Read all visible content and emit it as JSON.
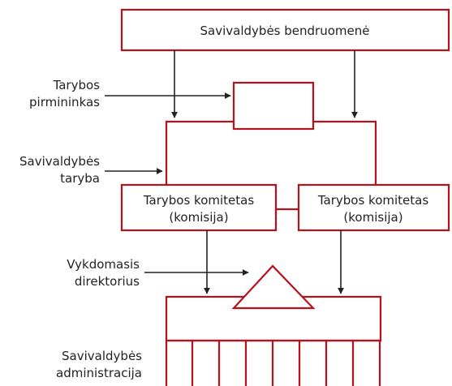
{
  "colors": {
    "frame": "#b5121b",
    "arrow": "#222222",
    "text": "#222222"
  },
  "boxes": {
    "community": "Savivaldybės bendruomenė",
    "committee_left": {
      "line1": "Tarybos komitetas",
      "line2": "(komisija)"
    },
    "committee_right": {
      "line1": "Tarybos komitetas",
      "line2": "(komisija)"
    }
  },
  "labels": {
    "chair": {
      "line1": "Tarybos",
      "line2": "pirmininkas"
    },
    "council": {
      "line1": "Savivaldybės",
      "line2": "taryba"
    },
    "director": {
      "line1": "Vykdomasis",
      "line2": "direktorius"
    },
    "administration": {
      "line1": "Savivaldybės",
      "line2": "administracija"
    }
  }
}
